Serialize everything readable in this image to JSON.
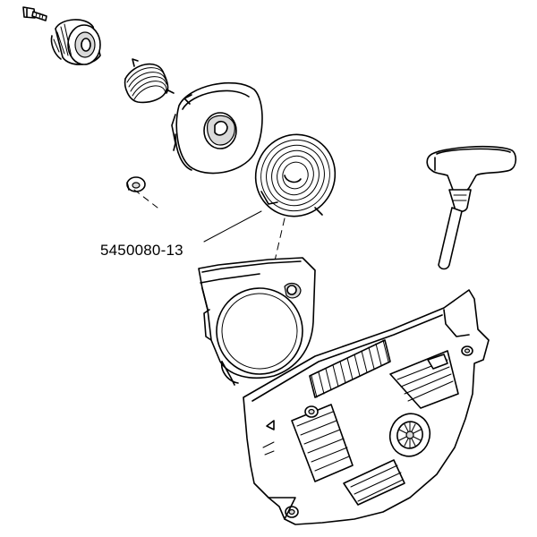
{
  "part_number_label": "5450080-13",
  "colors": {
    "line": "#000000",
    "background": "#ffffff"
  },
  "parts": [
    {
      "name": "screw",
      "icon": "screw-icon"
    },
    {
      "name": "pulley",
      "icon": "pulley-icon"
    },
    {
      "name": "spring",
      "icon": "spring-icon"
    },
    {
      "name": "drum",
      "icon": "drum-icon"
    },
    {
      "name": "washer",
      "icon": "washer-icon"
    },
    {
      "name": "recoil-spring",
      "icon": "recoil-spring-icon"
    },
    {
      "name": "handle",
      "icon": "handle-icon"
    },
    {
      "name": "housing",
      "icon": "housing-icon"
    },
    {
      "name": "cover",
      "icon": "cover-icon"
    }
  ]
}
